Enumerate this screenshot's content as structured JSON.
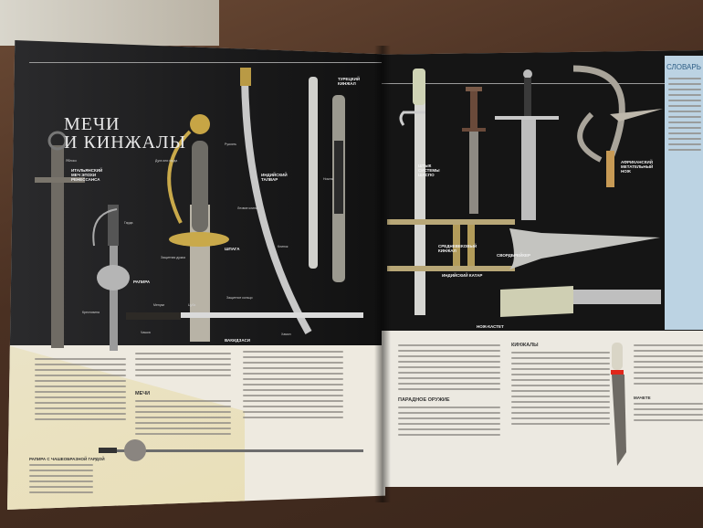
{
  "left_page": {
    "title_line1": "МЕЧИ",
    "title_line2": "И КИНЖАЛЫ",
    "labels": {
      "italian_sword": "Итальянский меч эпохи Ренессанса",
      "rapier": "Рапира",
      "smallsword": "Шпага",
      "talwar": "Индийский талвар",
      "wakizashi": "Вакидзаси",
      "turkish_dagger": "Турецкий кинжал"
    },
    "parts": [
      "Яблоко",
      "Гарда",
      "Дуга или гарда",
      "Рукоять",
      "Лезвие клинка",
      "Крестовина",
      "Чашка",
      "Защитная дужка",
      "Защитное кольцо",
      "Ножны",
      "Цуба",
      "Менуки",
      "Хамон",
      "Клинок"
    ],
    "section_heading": "Мечи",
    "caption_title": "Рапира с чашеобразной гардой"
  },
  "right_page": {
    "labels": {
      "bayonet": "Штык системы Шаспо",
      "medieval_dagger": "Средневековый кинжал",
      "sword_breaker": "Свордбрейкер",
      "african_knife": "Африканский метательный нож",
      "katar": "Индийский катар",
      "knuckle_knife": "Нож-кастет"
    },
    "section_heading_1": "Кинжалы",
    "section_heading_2": "Парадное оружие",
    "machete_heading": "Мачете",
    "glossary_title": "СЛОВАРЬ"
  }
}
